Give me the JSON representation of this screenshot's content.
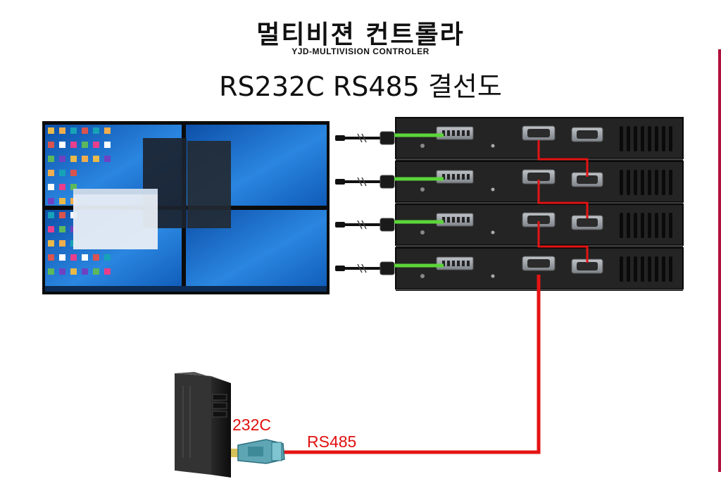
{
  "title": "멀티비젼 컨트롤라",
  "subtitle": "YJD-MULTIVISION CONTROLER",
  "heading": "RS232C RS485 결선도",
  "labels": {
    "rs232c": "232C",
    "rs485": "RS485"
  },
  "colors": {
    "wire": "#e41414",
    "dvi_cable": "#5cd63a",
    "chassis": "#1e1e1e",
    "screen_blue": "#1a6fd0",
    "accent": "#b0103a"
  },
  "video_wall": {
    "rows": 2,
    "columns": 2
  },
  "controller_units": 4
}
